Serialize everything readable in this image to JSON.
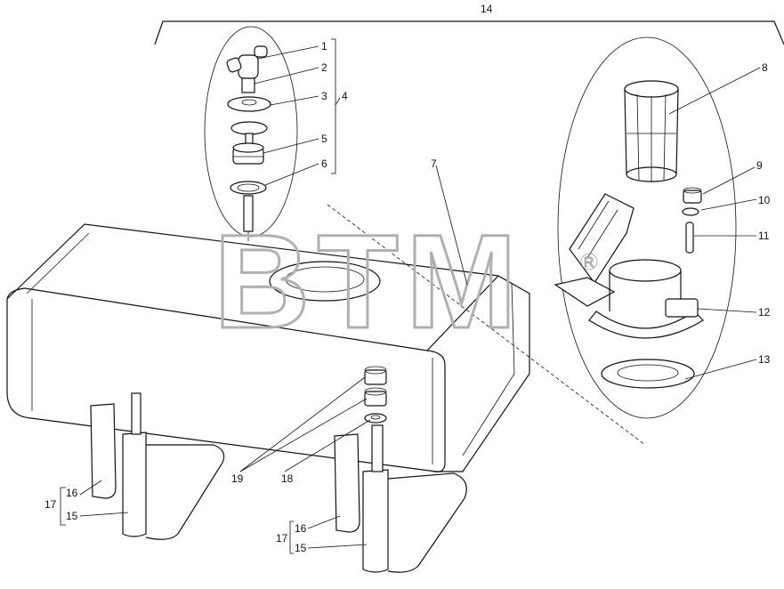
{
  "diagram": {
    "labels": [
      {
        "id": "l1",
        "text": "1"
      },
      {
        "id": "l2",
        "text": "2"
      },
      {
        "id": "l3",
        "text": "3"
      },
      {
        "id": "l4",
        "text": "4"
      },
      {
        "id": "l5",
        "text": "5"
      },
      {
        "id": "l6",
        "text": "6"
      },
      {
        "id": "l7",
        "text": "7"
      },
      {
        "id": "l8",
        "text": "8"
      },
      {
        "id": "l9",
        "text": "9"
      },
      {
        "id": "l10",
        "text": "10"
      },
      {
        "id": "l11",
        "text": "11"
      },
      {
        "id": "l12",
        "text": "12"
      },
      {
        "id": "l13",
        "text": "13"
      },
      {
        "id": "l14",
        "text": "14"
      },
      {
        "id": "l15a",
        "text": "15"
      },
      {
        "id": "l15b",
        "text": "15"
      },
      {
        "id": "l16a",
        "text": "16"
      },
      {
        "id": "l16b",
        "text": "16"
      },
      {
        "id": "l17a",
        "text": "17"
      },
      {
        "id": "l17b",
        "text": "17"
      },
      {
        "id": "l18",
        "text": "18"
      },
      {
        "id": "l19",
        "text": "19"
      }
    ],
    "watermark": "BTM",
    "watermark_mark": "R"
  }
}
